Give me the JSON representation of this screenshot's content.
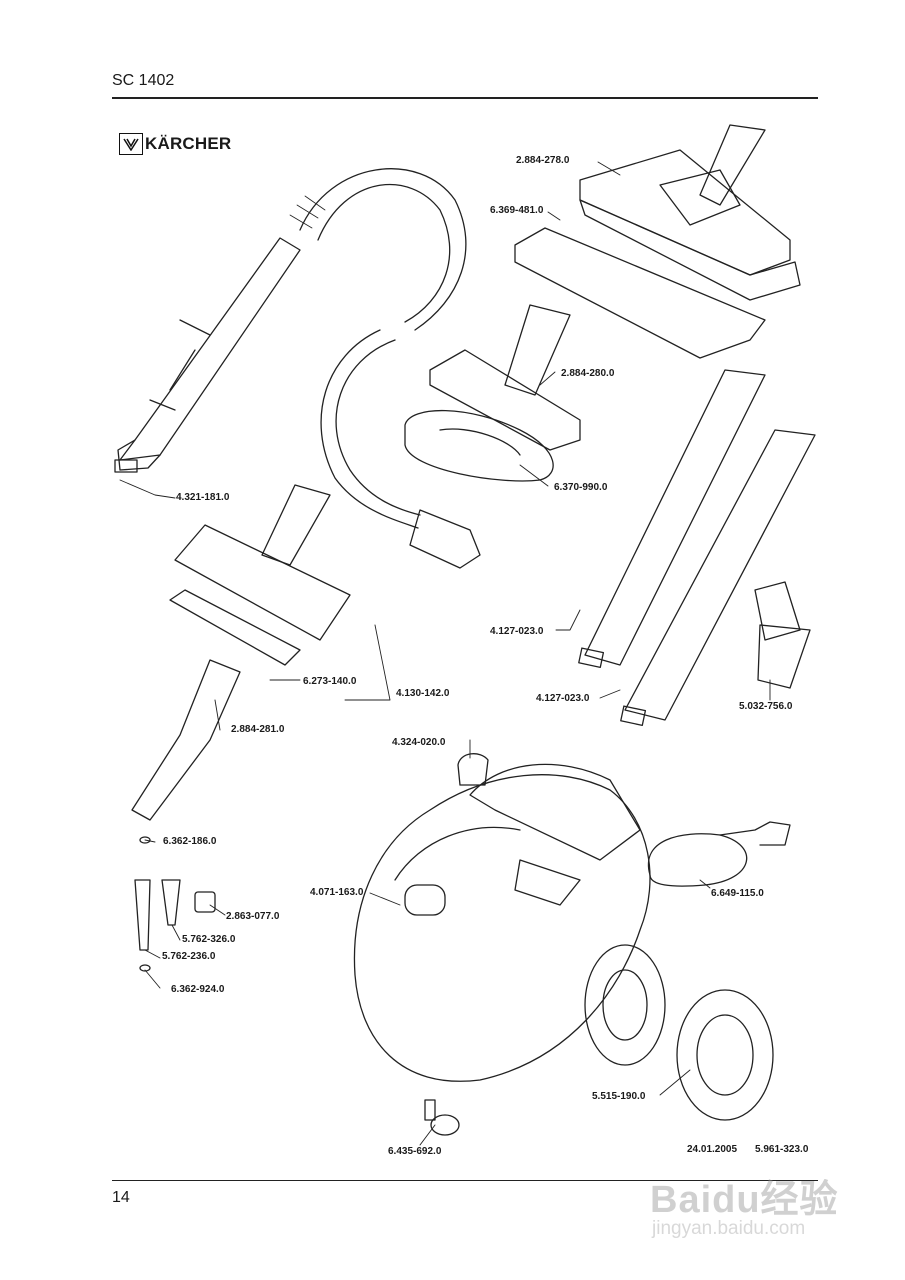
{
  "header": {
    "model": "SC 1402"
  },
  "logo": {
    "name": "KÄRCHER",
    "icon": "karcher-logo-icon"
  },
  "parts": [
    {
      "id": "p01",
      "number": "2.884-278.0"
    },
    {
      "id": "p02",
      "number": "6.369-481.0"
    },
    {
      "id": "p03",
      "number": "2.884-280.0"
    },
    {
      "id": "p04",
      "number": "6.370-990.0"
    },
    {
      "id": "p05",
      "number": "4.321-181.0"
    },
    {
      "id": "p06",
      "number": "4.127-023.0"
    },
    {
      "id": "p07",
      "number": "4.127-023.0"
    },
    {
      "id": "p08",
      "number": "5.032-756.0"
    },
    {
      "id": "p09",
      "number": "6.273-140.0"
    },
    {
      "id": "p10",
      "number": "4.130-142.0"
    },
    {
      "id": "p11",
      "number": "2.884-281.0"
    },
    {
      "id": "p12",
      "number": "4.324-020.0"
    },
    {
      "id": "p13",
      "number": "6.362-186.0"
    },
    {
      "id": "p14",
      "number": "4.071-163.0"
    },
    {
      "id": "p15",
      "number": "6.649-115.0"
    },
    {
      "id": "p16",
      "number": "2.863-077.0"
    },
    {
      "id": "p17",
      "number": "5.762-326.0"
    },
    {
      "id": "p18",
      "number": "5.762-236.0"
    },
    {
      "id": "p19",
      "number": "6.362-924.0"
    },
    {
      "id": "p20",
      "number": "5.515-190.0"
    },
    {
      "id": "p21",
      "number": "6.435-692.0"
    }
  ],
  "footer": {
    "date": "24.01.2005",
    "doc_number": "5.961-323.0",
    "page": "14"
  },
  "watermark": {
    "brand": "Baidu经验",
    "url": "jingyan.baidu.com"
  }
}
